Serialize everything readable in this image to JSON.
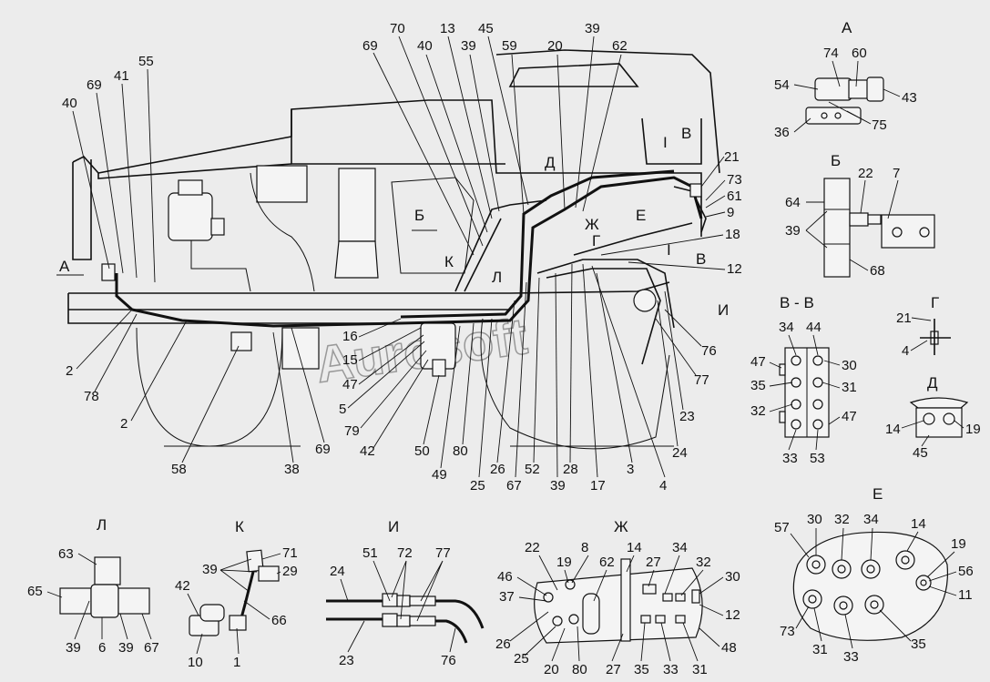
{
  "watermark": "Aurosoft",
  "views": {
    "A": "А",
    "B": "Б",
    "VV": "В - В",
    "G": "Г",
    "D": "Д",
    "E": "Е",
    "L": "Л",
    "K": "К",
    "I": "И",
    "ZH": "Ж"
  },
  "main": {
    "section_marks": {
      "a_left": "А",
      "b_left": "Б",
      "d": "Д",
      "zh": "Ж",
      "e": "Е",
      "g": "Г",
      "k": "К",
      "l": "Л",
      "i_mark": "И",
      "v_top": "В",
      "v_bottom": "В",
      "roman_top": "I",
      "roman_bottom": "I"
    },
    "callouts": {
      "c40a": "40",
      "c69a": "69",
      "c41": "41",
      "c55": "55",
      "c69b": "69",
      "c70": "70",
      "c40b": "40",
      "c13": "13",
      "c39a": "39",
      "c45": "45",
      "c59": "59",
      "c20": "20",
      "c39b": "39",
      "c62": "62",
      "c21": "21",
      "c73": "73",
      "c61": "61",
      "c9": "9",
      "c18": "18",
      "c12": "12",
      "c2a": "2",
      "c78": "78",
      "c2b": "2",
      "c58": "58",
      "c38": "38",
      "c69c": "69",
      "c16": "16",
      "c15": "15",
      "c47": "47",
      "c5": "5",
      "c79": "79",
      "c42": "42",
      "c50": "50",
      "c49": "49",
      "c80": "80",
      "c25": "25",
      "c26": "26",
      "c67": "67",
      "c52": "52",
      "c39c": "39",
      "c28": "28",
      "c17": "17",
      "c3": "3",
      "c4": "4",
      "c24": "24",
      "c23": "23",
      "c77": "77",
      "c76": "76"
    }
  },
  "view_a": {
    "c74": "74",
    "c60": "60",
    "c54": "54",
    "c43": "43",
    "c36": "36",
    "c75": "75"
  },
  "view_b": {
    "c22": "22",
    "c7": "7",
    "c64": "64",
    "c39": "39",
    "c68": "68"
  },
  "view_vv": {
    "c34": "34",
    "c44": "44",
    "c47a": "47",
    "c30": "30",
    "c35": "35",
    "c31": "31",
    "c32": "32",
    "c47b": "47",
    "c33": "33",
    "c53": "53"
  },
  "view_g": {
    "c21": "21",
    "c4": "4"
  },
  "view_d": {
    "c14": "14",
    "c19": "19",
    "c45": "45"
  },
  "view_l": {
    "c63": "63",
    "c65": "65",
    "c39a": "39",
    "c6": "6",
    "c39b": "39",
    "c67": "67"
  },
  "view_k": {
    "c39": "39",
    "c71": "71",
    "c29": "29",
    "c42": "42",
    "c66": "66",
    "c10": "10",
    "c1": "1"
  },
  "view_i": {
    "c51": "51",
    "c72": "72",
    "c77": "77",
    "c24": "24",
    "c23": "23",
    "c76": "76"
  },
  "view_zh": {
    "c22": "22",
    "c19": "19",
    "c8": "8",
    "c14": "14",
    "c27a": "27",
    "c34": "34",
    "c46": "46",
    "c62": "62",
    "c32": "32",
    "c30": "30",
    "c37": "37",
    "c12": "12",
    "c26": "26",
    "c25": "25",
    "c20": "20",
    "c80": "80",
    "c27b": "27",
    "c35": "35",
    "c33": "33",
    "c31": "31",
    "c48": "48"
  },
  "view_e": {
    "c30": "30",
    "c32": "32",
    "c34": "34",
    "c14": "14",
    "c57": "57",
    "c19": "19",
    "c56": "56",
    "c11": "11",
    "c73": "73",
    "c31": "31",
    "c33": "33",
    "c35": "35"
  }
}
